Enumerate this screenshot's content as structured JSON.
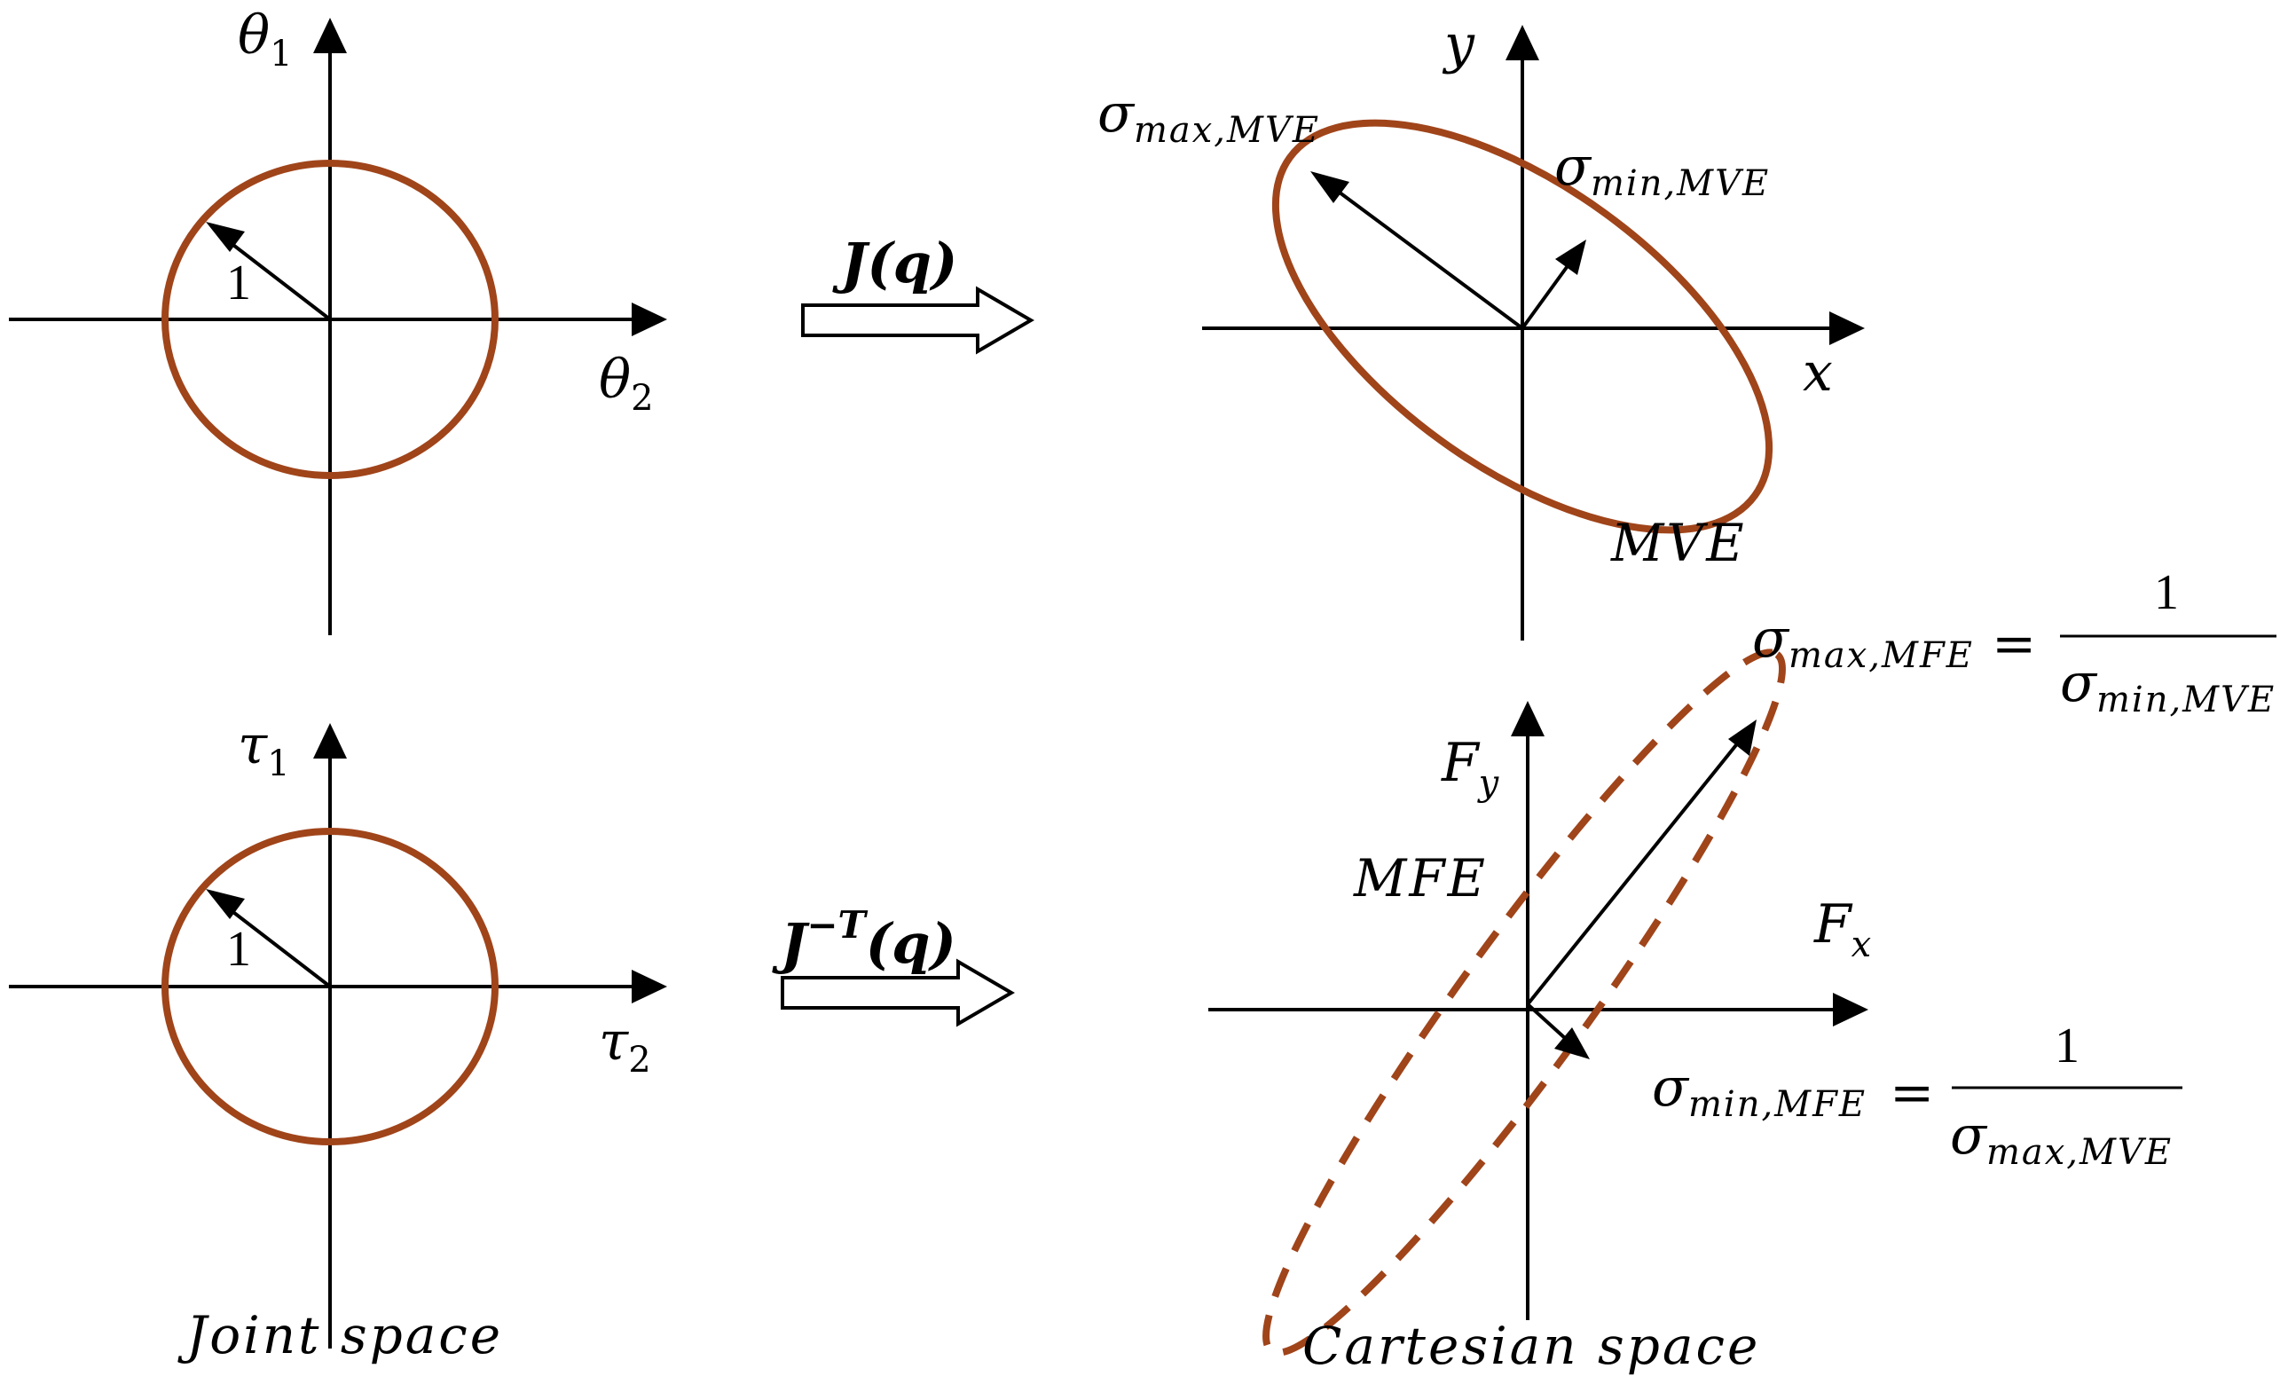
{
  "joint_velocity": {
    "axis_vertical": "θ",
    "axis_vertical_sub": "1",
    "axis_horizontal": "θ",
    "axis_horizontal_sub": "2",
    "radius_label": "1"
  },
  "joint_torque": {
    "axis_vertical": "τ",
    "axis_vertical_sub": "1",
    "axis_horizontal": "τ",
    "axis_horizontal_sub": "2",
    "radius_label": "1"
  },
  "mapping_top": {
    "symbol": "J",
    "argument": "(q)"
  },
  "mapping_bottom": {
    "symbol": "J",
    "superscript": "−T",
    "argument": "(q)"
  },
  "cartesian_velocity": {
    "axis_vertical": "y",
    "axis_horizontal": "x",
    "ellipse_label": "MVE",
    "sigma_max_symbol": "σ",
    "sigma_max_sub": "max,MVE",
    "sigma_min_symbol": "σ",
    "sigma_min_sub": "min,MVE"
  },
  "cartesian_force": {
    "axis_vertical": "F",
    "axis_vertical_sub": "y",
    "axis_horizontal": "F",
    "axis_horizontal_sub": "x",
    "ellipse_label": "MFE",
    "sigma_max_eq": {
      "lhs_symbol": "σ",
      "lhs_sub": "max,MFE",
      "equals": "=",
      "numerator": "1",
      "den_symbol": "σ",
      "den_sub": "min,MVE"
    },
    "sigma_min_eq": {
      "lhs_symbol": "σ",
      "lhs_sub": "min,MFE",
      "equals": "=",
      "numerator": "1",
      "den_symbol": "σ",
      "den_sub": "max,MVE"
    }
  },
  "captions": {
    "joint": "Joint space",
    "cartesian": "Cartesian space"
  },
  "colors": {
    "ellipse": "#a0441a",
    "axes": "#000000",
    "background": "#ffffff"
  }
}
